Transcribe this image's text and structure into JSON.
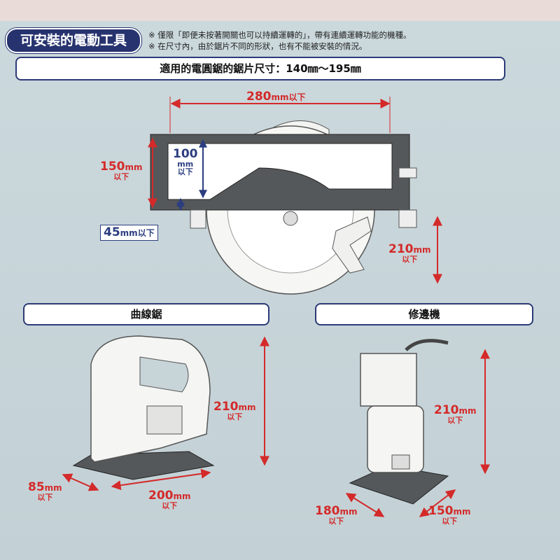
{
  "header": {
    "title": "可安裝的電動工具",
    "notes": [
      "※ 僅限「即便未按著開關也可以持續運轉的」，帶有連續運轉功能的機種。",
      "※ 在尺寸內，由於鋸片不同的形狀，也有不能被安裝的情況。"
    ]
  },
  "circular_saw": {
    "heading": "適用的電圓鋸的鋸片尺寸：140㎜～195㎜",
    "width": {
      "value": "280",
      "unit": "mm",
      "suffix": "以下"
    },
    "depth": {
      "value": "150",
      "unit": "mm",
      "suffix": "以下"
    },
    "inner": {
      "value": "100",
      "unit": "mm",
      "suffix": "以下"
    },
    "offset": {
      "value": "45",
      "unit": "mm",
      "suffix": "以下"
    },
    "height": {
      "value": "210",
      "unit": "mm",
      "suffix": "以下"
    }
  },
  "jigsaw": {
    "heading": "曲線鋸",
    "height": {
      "value": "210",
      "unit": "mm",
      "suffix": "以下"
    },
    "width": {
      "value": "85",
      "unit": "mm",
      "suffix": "以下"
    },
    "length": {
      "value": "200",
      "unit": "mm",
      "suffix": "以下"
    }
  },
  "router": {
    "heading": "修邊機",
    "height": {
      "value": "210",
      "unit": "mm",
      "suffix": "以下"
    },
    "length": {
      "value": "180",
      "unit": "mm",
      "suffix": "以下"
    },
    "width": {
      "value": "150",
      "unit": "mm",
      "suffix": "以下"
    }
  },
  "colors": {
    "accent": "#26336e",
    "dimension": "#d42a2a",
    "background": "#c7d4d8"
  }
}
